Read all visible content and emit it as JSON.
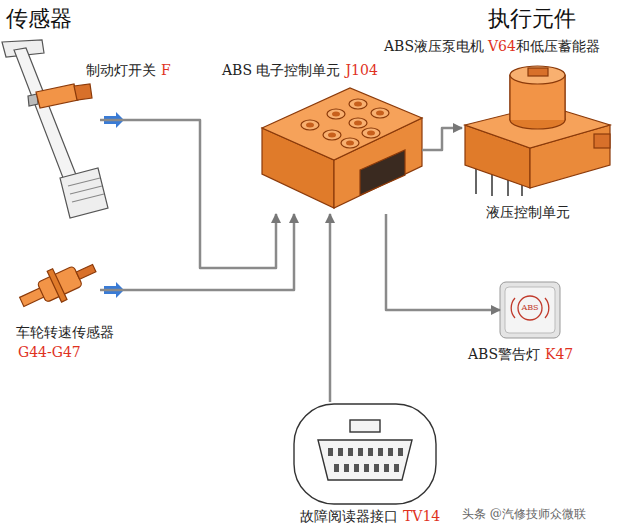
{
  "diagram": {
    "nodes": [
      {
        "text": [
          "制动灯开关",
          "F"
        ]
      },
      {
        "text": [
          "车轮转速传感器",
          "G44-G47"
        ]
      },
      {
        "text": [
          "ABS 电子控制单元",
          "J104"
        ]
      },
      {
        "text": [
          "ABS液压泵电机",
          "V64",
          "和低压蓄能器",
          "液压控制单元"
        ]
      },
      {
        "text": [
          "ABS",
          "ABS警告灯",
          "K47"
        ]
      },
      {
        "text": [
          "故障阅读器接口",
          "TV14"
        ]
      }
    ],
    "edges": [
      {
        "from": 0,
        "to": 2,
        "arrow": "to"
      },
      {
        "from": 1,
        "to": 2,
        "arrow": "to"
      },
      {
        "from": 2,
        "to": 3,
        "arrow": "to"
      },
      {
        "from": 2,
        "to": 4,
        "arrow": "to"
      },
      {
        "from": 5,
        "to": 2,
        "arrow": "to"
      }
    ],
    "labels": [
      "传感器",
      "执行元件",
      "头条 @汽修技师众微联"
    ]
  }
}
